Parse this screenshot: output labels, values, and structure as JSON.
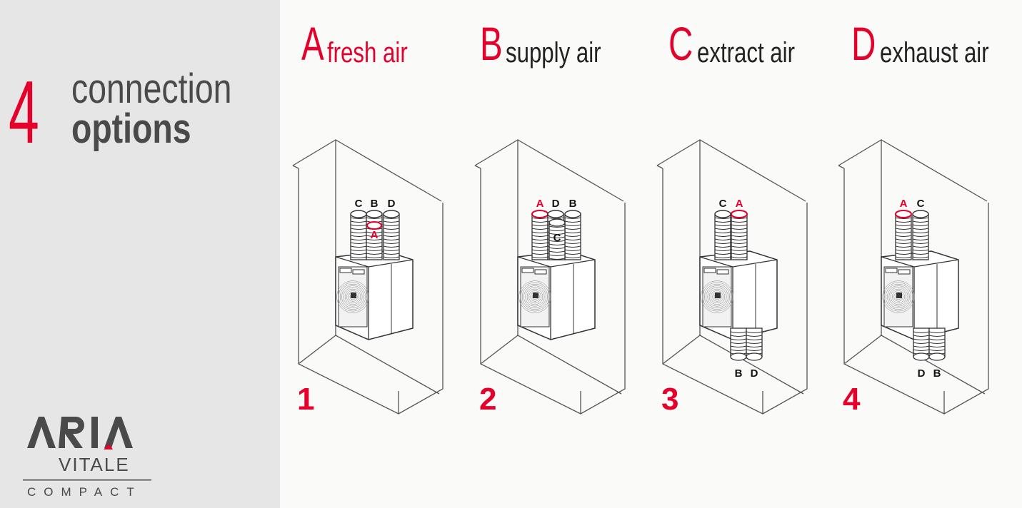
{
  "sidebar": {
    "count": "4",
    "heading_line1": "connection",
    "heading_line2": "options",
    "brand": {
      "name": "ARIA",
      "sub": "VITALE",
      "tag": "COMPACT"
    }
  },
  "legend": [
    {
      "letter": "A",
      "text": "fresh air"
    },
    {
      "letter": "B",
      "text": "supply air"
    },
    {
      "letter": "C",
      "text": "extract air"
    },
    {
      "letter": "D",
      "text": "exhaust air"
    }
  ],
  "options": [
    {
      "number": "1",
      "top_labels": [
        "C",
        "B",
        "D"
      ],
      "highlight": "A",
      "bottom_labels": []
    },
    {
      "number": "2",
      "top_labels": [
        "A",
        "D",
        "B",
        "C"
      ],
      "highlight": "A",
      "bottom_labels": []
    },
    {
      "number": "3",
      "top_labels": [
        "C",
        "A"
      ],
      "highlight": "A",
      "bottom_labels": [
        "B",
        "D"
      ]
    },
    {
      "number": "4",
      "top_labels": [
        "A",
        "C"
      ],
      "highlight": "A",
      "bottom_labels": [
        "D",
        "B"
      ]
    }
  ],
  "colors": {
    "accent": "#e4002b",
    "text": "#4a4a4a",
    "sidebar": "#e6e6e6",
    "line": "#333333"
  }
}
